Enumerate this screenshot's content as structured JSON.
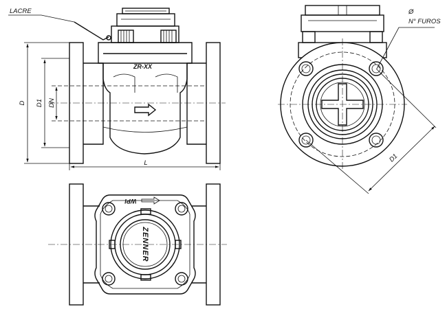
{
  "labels": {
    "seal": "LACRE",
    "diameter_symbol": "Ø",
    "holes": "N° FUROS",
    "model_marking": "ZR-XX",
    "brand": "ZENNER",
    "register_marking": "WPI"
  },
  "dimensions": {
    "overall_diameter": "D",
    "bolt_circle": "D1",
    "nominal_diameter": "DN",
    "length": "L",
    "bolt_circle_end_view": "D1"
  },
  "colors": {
    "line": "#111111",
    "background": "#ffffff"
  }
}
